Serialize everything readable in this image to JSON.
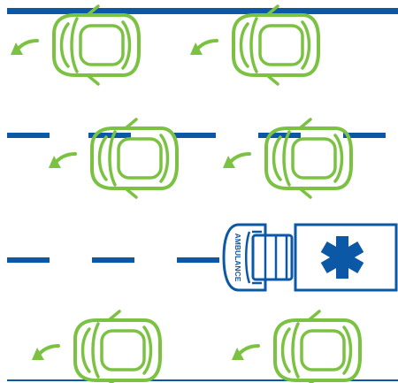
{
  "colors": {
    "road_line": "#0a58a6",
    "car_outline": "#7cc242",
    "arrow": "#7cc242",
    "ambulance_outline": "#0a58a6",
    "ambulance_fill": "#ffffff",
    "star_of_life": "#0a58a6"
  },
  "lanes": [
    {
      "cars": 2,
      "direction": "left"
    },
    {
      "cars": 2,
      "direction": "left"
    },
    {
      "cars": 1,
      "direction": "left",
      "vehicle": "ambulance"
    },
    {
      "cars": 2,
      "direction": "left"
    }
  ],
  "ambulance": {
    "label": "AMBULANCE",
    "emblem": "star-of-life-icon"
  },
  "icons": {
    "car": "car-top-view-icon",
    "arrow": "curved-arrow-left-icon",
    "emblem": "star-of-life-icon"
  }
}
